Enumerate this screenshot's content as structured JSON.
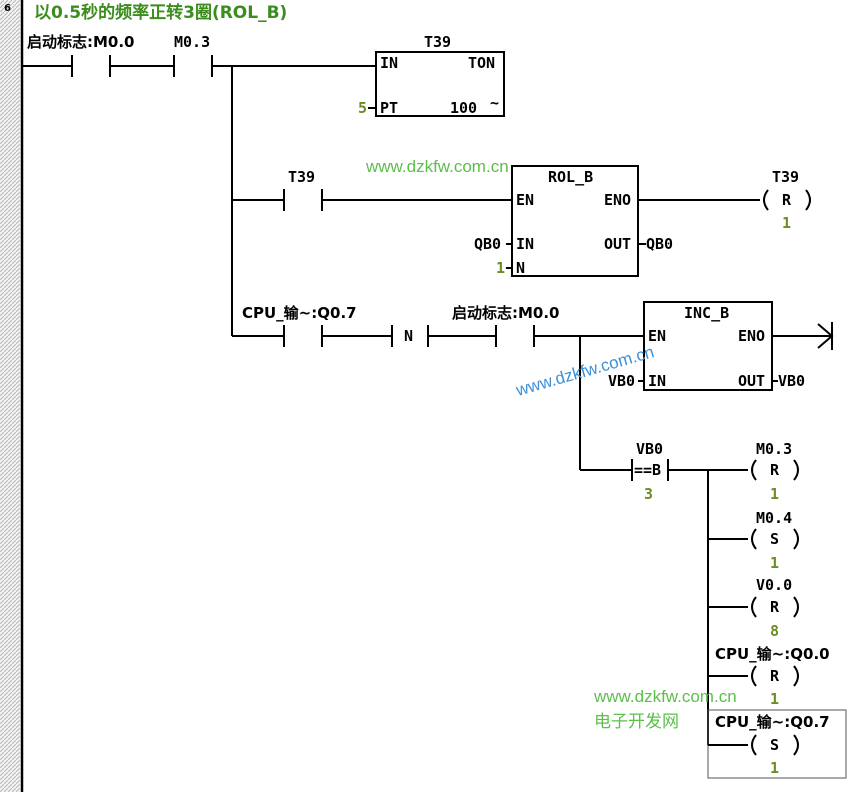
{
  "network": {
    "number": "6",
    "title": "以0.5秒的频率正转3圈(ROL_B)"
  },
  "contacts": {
    "start_flag": "启动标志:M0.0",
    "m03": "M0.3",
    "t39": "T39",
    "cpu_out": "CPU_输~:Q0.7",
    "not_label": "N",
    "start_flag2": "启动标志:M0.0",
    "compare_addr": "VB0",
    "compare_op": "==B",
    "compare_value": "3"
  },
  "timer": {
    "name": "T39",
    "in": "IN",
    "type": "TON",
    "pt": "PT",
    "pt_value": "5",
    "resolution": "100",
    "tilde": "~"
  },
  "rol_b": {
    "name": "ROL_B",
    "en": "EN",
    "eno": "ENO",
    "in": "IN",
    "out": "OUT",
    "in_addr": "QB0",
    "out_addr": "QB0",
    "n": "N",
    "n_value": "1"
  },
  "inc_b": {
    "name": "INC_B",
    "en": "EN",
    "eno": "ENO",
    "in": "IN",
    "out": "OUT",
    "in_addr": "VB0",
    "out_addr": "VB0"
  },
  "coils": [
    {
      "addr": "T39",
      "op": "R",
      "n": "1"
    },
    {
      "addr": "M0.3",
      "op": "R",
      "n": "1"
    },
    {
      "addr": "M0.4",
      "op": "S",
      "n": "1"
    },
    {
      "addr": "V0.0",
      "op": "R",
      "n": "8"
    },
    {
      "addr": "CPU_输~:Q0.0",
      "op": "R",
      "n": "1"
    },
    {
      "addr": "CPU_输~:Q0.7",
      "op": "S",
      "n": "1"
    }
  ],
  "watermarks": {
    "top": "www.dzkfw.com.cn",
    "middle": "www.dzkfw.com.cn",
    "bottom": "www.dzkfw.com.cn",
    "bottom_cn": "电子开发网"
  }
}
